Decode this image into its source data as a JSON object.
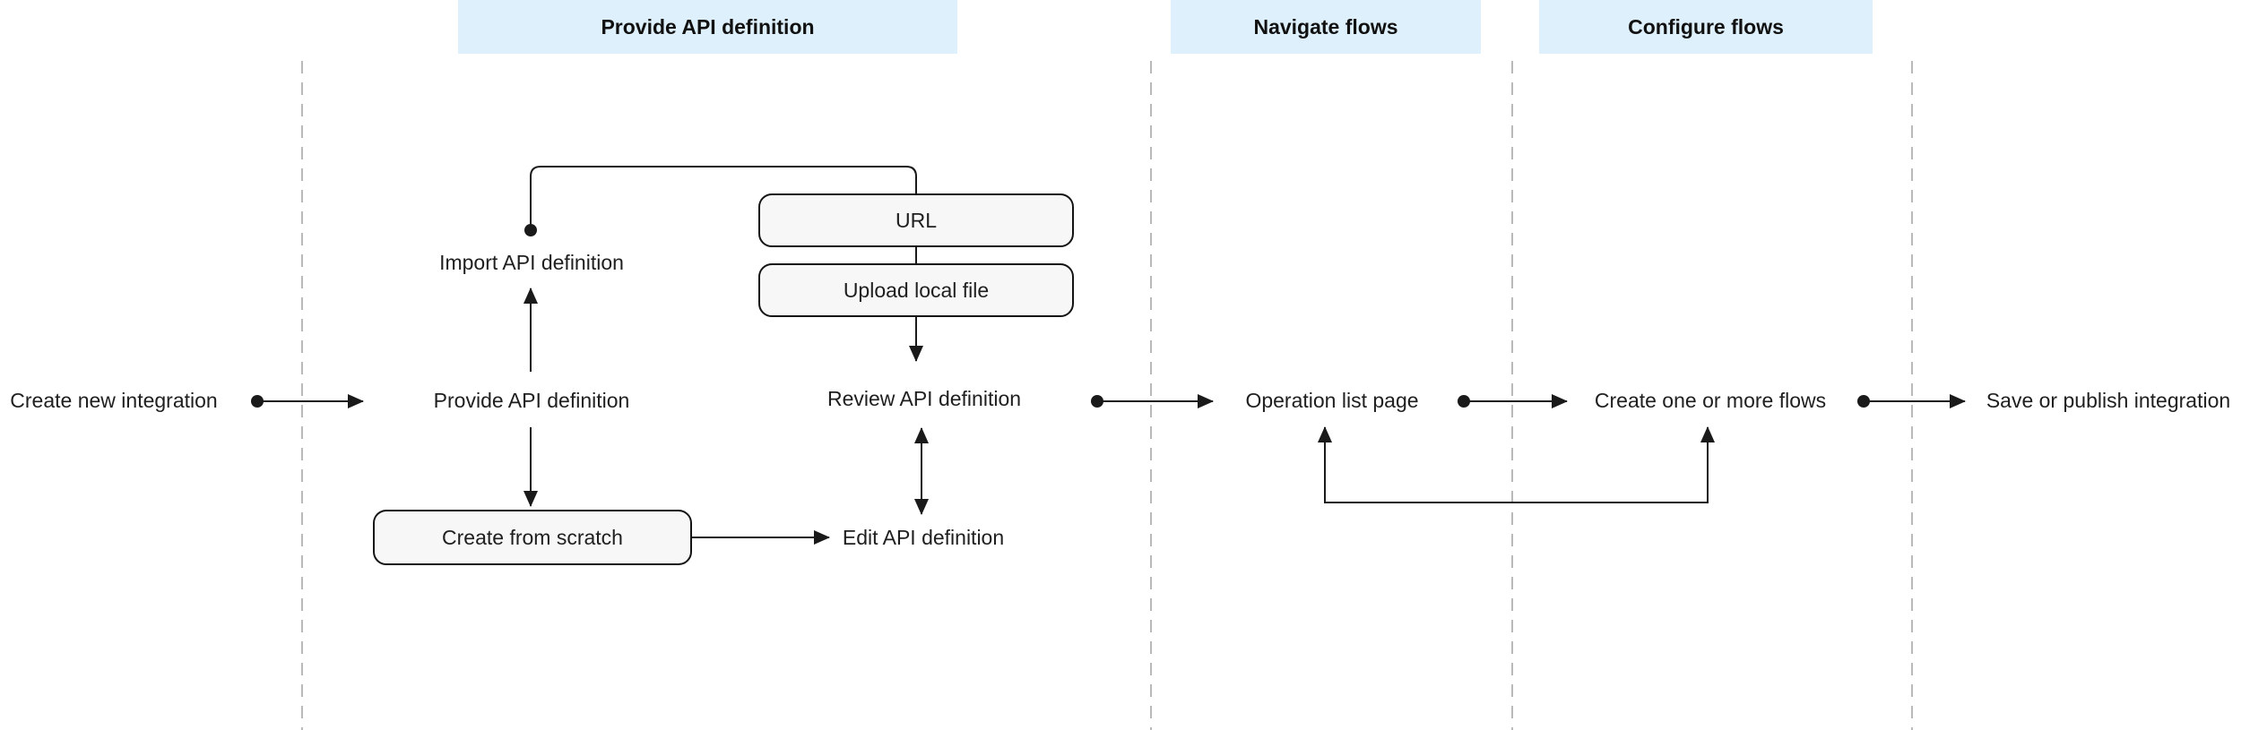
{
  "diagram": {
    "title_context": "Integration creation flow diagram",
    "phase_headers": [
      {
        "label": "Provide API definition"
      },
      {
        "label": "Navigate flows"
      },
      {
        "label": "Configure flows"
      }
    ],
    "nodes": {
      "create_new_integration": "Create new integration",
      "provide_api_definition": "Provide API definition",
      "import_api_definition": "Import API definition",
      "url": "URL",
      "upload_local_file": "Upload local file",
      "create_from_scratch": "Create from scratch",
      "review_api_definition": "Review API definition",
      "edit_api_definition": "Edit API definition",
      "operation_list_page": "Operation list page",
      "create_one_or_more_flows": "Create one or more flows",
      "save_or_publish_integration": "Save or publish integration"
    },
    "edges": [
      {
        "from": "create_new_integration",
        "to": "provide_api_definition",
        "style": "dot-arrow"
      },
      {
        "from": "provide_api_definition",
        "to": "import_api_definition",
        "style": "arrow-up"
      },
      {
        "from": "provide_api_definition",
        "to": "create_from_scratch",
        "style": "arrow-down"
      },
      {
        "from": "import_api_definition",
        "to": "url_upload_branch",
        "style": "rounded-corner-dot"
      },
      {
        "from": "url",
        "to": "upload_local_file",
        "style": "plain"
      },
      {
        "from": "upload_local_file",
        "to": "review_api_definition",
        "style": "arrow-down"
      },
      {
        "from": "review_api_definition",
        "to": "edit_api_definition",
        "style": "double-arrow"
      },
      {
        "from": "create_from_scratch",
        "to": "edit_api_definition",
        "style": "arrow-right"
      },
      {
        "from": "review_api_definition",
        "to": "operation_list_page",
        "style": "dot-arrow"
      },
      {
        "from": "operation_list_page",
        "to": "create_one_or_more_flows",
        "style": "dot-arrow"
      },
      {
        "from": "create_one_or_more_flows",
        "to": "save_or_publish_integration",
        "style": "dot-arrow"
      },
      {
        "from": "loopback",
        "to": "operation_list_page_and_create_one_or_more_flows",
        "style": "u-shape-double-arrow-up"
      }
    ],
    "colors": {
      "header_fill": "#def0fc",
      "node_fill": "#f7f7f7",
      "node_border": "#141414",
      "line": "#1a1a1a",
      "dashed_separator": "#b9b9b9",
      "text": "#1f1f1f",
      "background": "#ffffff"
    }
  }
}
